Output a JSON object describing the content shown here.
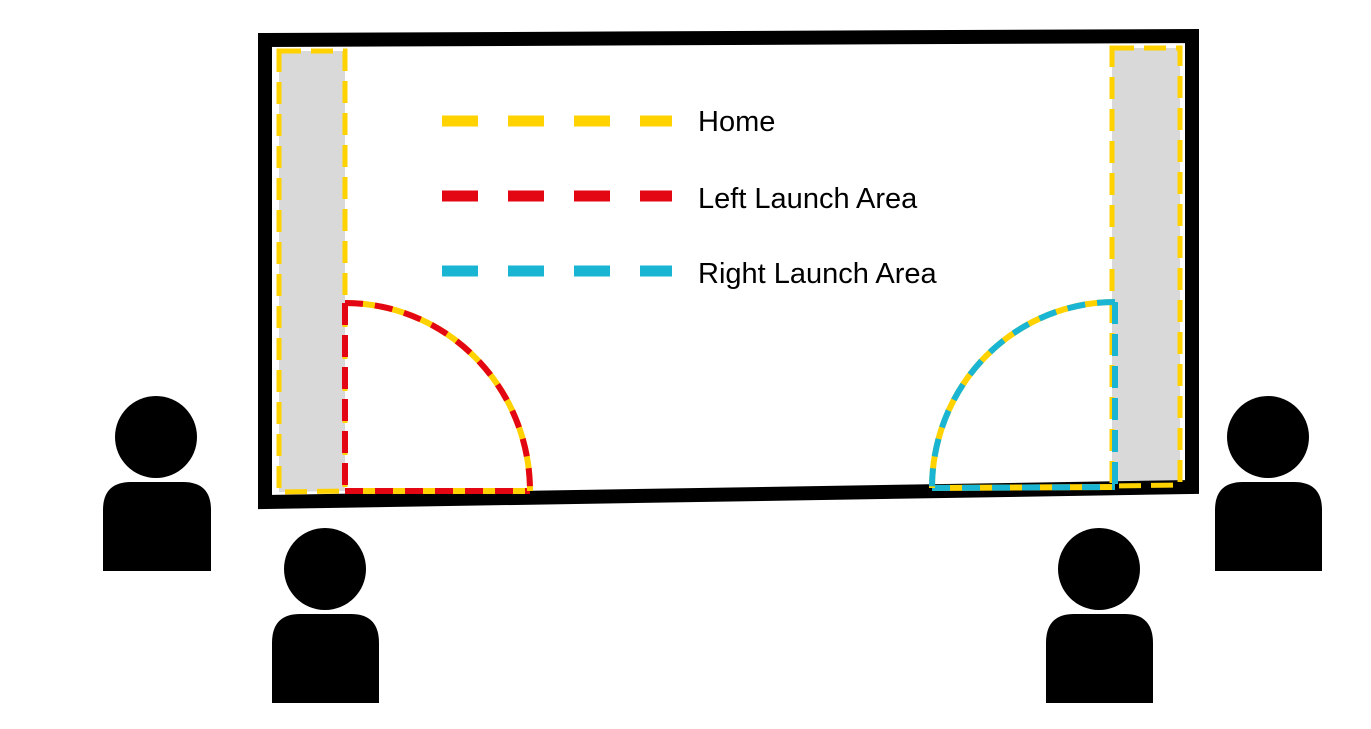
{
  "legend": {
    "items": [
      {
        "label": "Home",
        "color": "#FFD200"
      },
      {
        "label": "Left Launch Area",
        "color": "#E30613"
      },
      {
        "label": "Right Launch Area",
        "color": "#1AB5D2"
      }
    ]
  },
  "colors": {
    "table_border": "#000000",
    "side_zone_fill": "#D9D9D9",
    "table_fill": "#FFFFFF",
    "person": "#000000",
    "home": "#FFD200",
    "left_launch": "#E30613",
    "right_launch": "#1AB5D2"
  },
  "people": [
    {
      "name": "person-far-left",
      "icon": "person-icon"
    },
    {
      "name": "person-near-left",
      "icon": "person-icon"
    },
    {
      "name": "person-near-right",
      "icon": "person-icon"
    },
    {
      "name": "person-far-right",
      "icon": "person-icon"
    }
  ]
}
